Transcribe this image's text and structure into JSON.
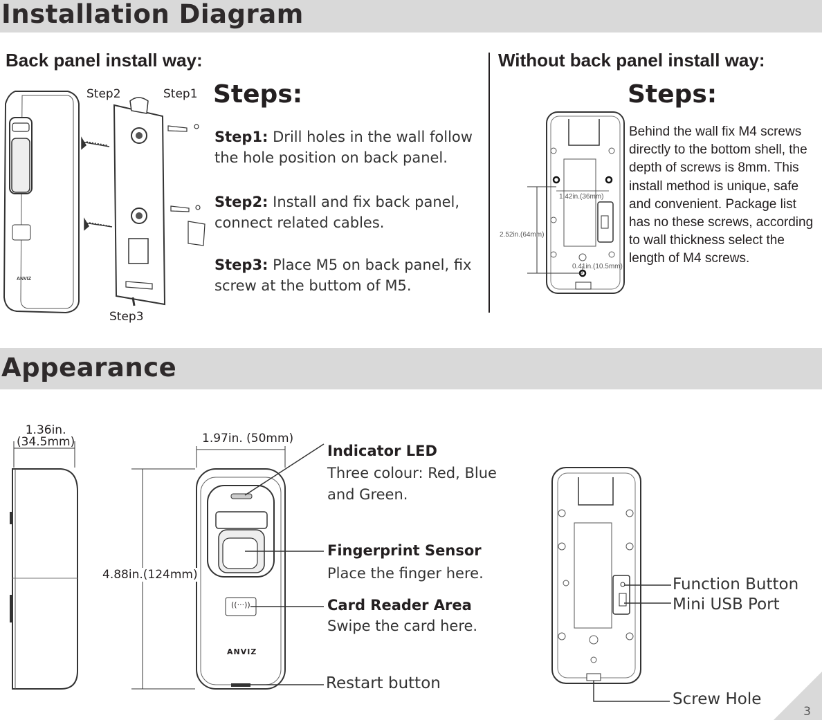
{
  "sections": {
    "installation_title": "Installation Diagram",
    "appearance_title": "Appearance"
  },
  "back_panel": {
    "heading": "Back panel install way:",
    "steps_title": "Steps:",
    "diagram_labels": {
      "step1": "Step1",
      "step2": "Step2",
      "step3": "Step3"
    },
    "steps": [
      {
        "label": "Step1:",
        "text": "Drill holes in the wall follow the hole position on back panel."
      },
      {
        "label": "Step2:",
        "text": "Install and fix back panel, connect related  cables."
      },
      {
        "label": "Step3:",
        "text": "Place M5 on back panel, fix screw at the buttom of M5."
      }
    ]
  },
  "no_back_panel": {
    "heading": "Without back panel install way:",
    "steps_title": "Steps:",
    "paragraph": "Behind the wall fix M4 screws directly to the bottom shell, the depth of screws is 8mm. This install method is unique, safe and convenient. Package list has no these screws, according to wall thickness select the length of M4 screws.",
    "dimensions": {
      "width": "1.42in.(36mm)",
      "height": "2.52in.(64mm)",
      "offset": "0.41in.(10.5mm)"
    }
  },
  "appearance": {
    "side_depth": "1.36in.\n(34.5mm)",
    "front_width": "1.97in. (50mm)",
    "height": "4.88in.(124mm)",
    "callouts": [
      {
        "title": "Indicator LED",
        "desc": "Three colour: Red, Blue and Green."
      },
      {
        "title": "Fingerprint Sensor",
        "desc": "Place the finger here."
      },
      {
        "title": "Card Reader Area",
        "desc": "Swipe the card here."
      }
    ],
    "restart": "Restart button",
    "back_labels": {
      "function": "Function Button",
      "usb": "Mini USB Port",
      "screw": "Screw Hole"
    },
    "brand": "ANVIZ",
    "card_symbol": "((···))"
  },
  "page_number": "3"
}
